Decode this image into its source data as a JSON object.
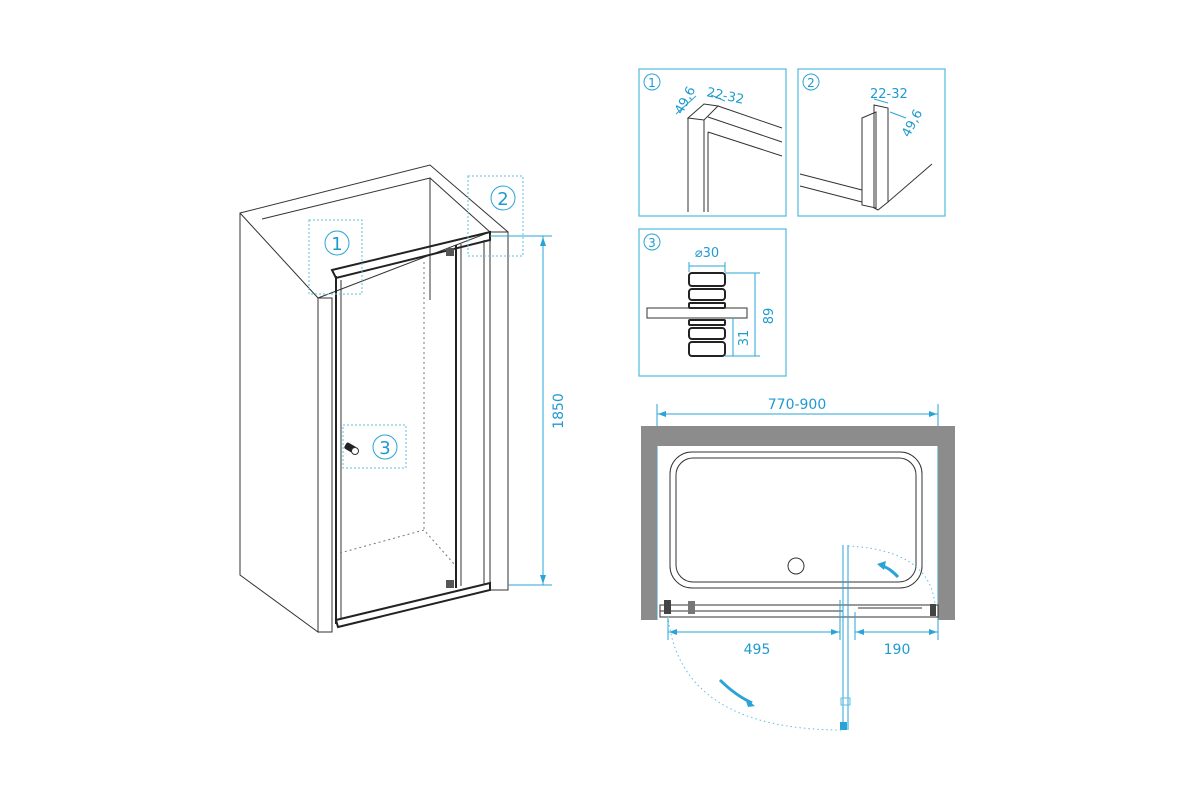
{
  "callouts": {
    "one": "1",
    "two": "2",
    "three": "3"
  },
  "perspective": {
    "height_dim": "1850"
  },
  "detail_1": {
    "label": "1",
    "depth": "49,6",
    "width_range": "22-32"
  },
  "detail_2": {
    "label": "2",
    "width_range": "22-32",
    "depth": "49,6"
  },
  "detail_3": {
    "label": "3",
    "diameter": "⌀30",
    "total_height": "89",
    "lower_height": "31"
  },
  "plan": {
    "width_range": "770-900",
    "door_width": "495",
    "fixed_width": "190"
  },
  "colors": {
    "dimension": "#1f9ad0",
    "frame": "#5cbfe3",
    "wall": "#8c8c8c"
  }
}
